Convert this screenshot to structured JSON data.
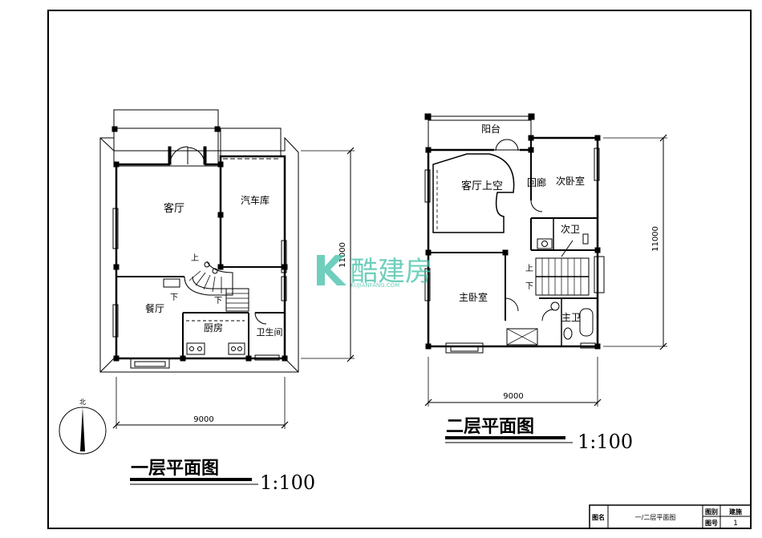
{
  "plan1": {
    "title": "一层平面图",
    "scale": "1:100",
    "rooms": {
      "living": "客厅",
      "garage": "汽车库",
      "dining": "餐厅",
      "kitchen": "厨房",
      "bathroom": "卫生间"
    },
    "stair_up": "上",
    "stair_down_1": "下",
    "stair_down_2": "下",
    "dim_width": "9000",
    "dim_depth": "11000",
    "north": "北"
  },
  "plan2": {
    "title": "二层平面图",
    "scale": "1:100",
    "rooms": {
      "balcony": "阳台",
      "living_void": "客厅上空",
      "corridor": "回廊",
      "second_bedroom": "次卧室",
      "second_bath": "次卫",
      "master_bedroom": "主卧室",
      "master_bath": "主卫"
    },
    "stair_up": "上",
    "stair_down": "下",
    "dim_width": "9000",
    "dim_depth": "11000"
  },
  "watermark": {
    "brand": "酷建房",
    "url": "KUJIANFANG.COM"
  },
  "title_block": {
    "drawing_name_label": "图名",
    "drawing_name": "一/二层平面图",
    "scale_label": "图别",
    "scale_value": "建施",
    "number_label": "图号",
    "number_value": "1"
  }
}
